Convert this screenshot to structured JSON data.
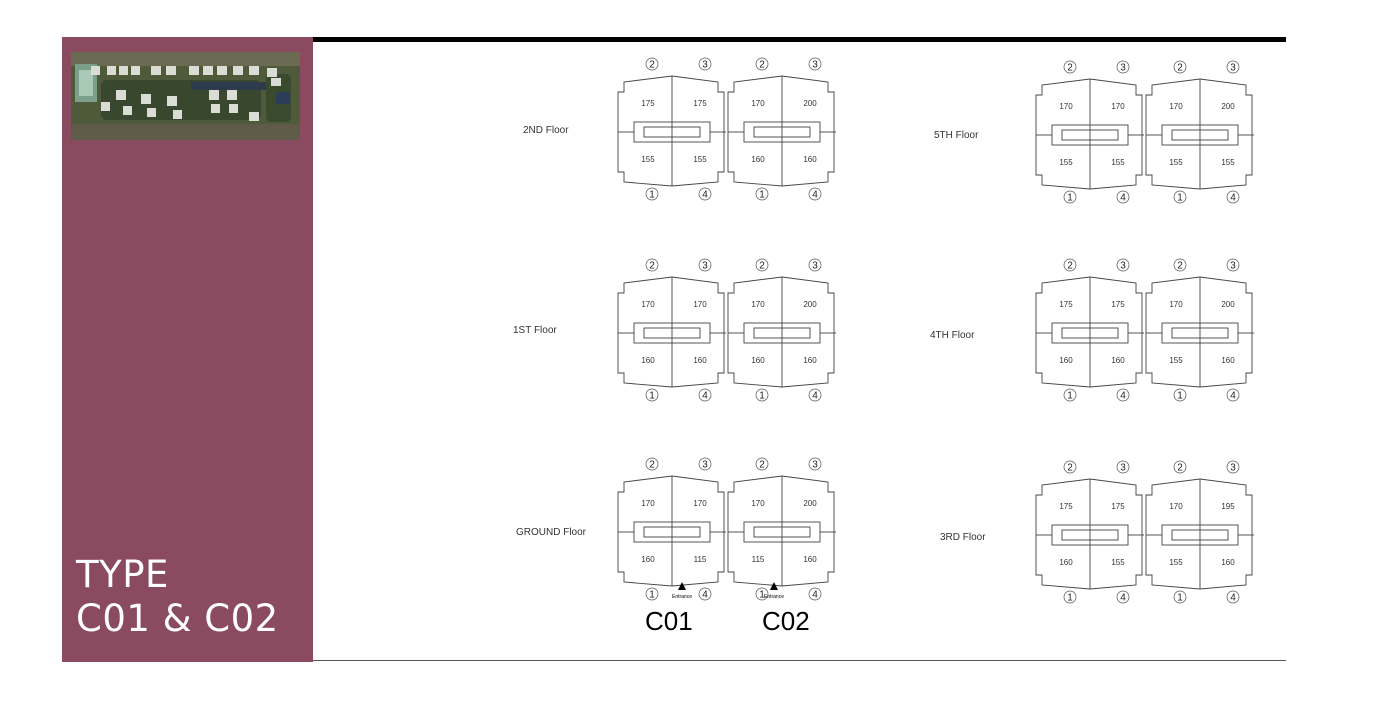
{
  "sidebar": {
    "title_line1": "TYPE",
    "title_line2": "C01 & C02"
  },
  "floors": [
    {
      "label": "2ND Floor",
      "top_numbers": [
        "2",
        "3",
        "2",
        "3"
      ],
      "bottom_numbers": [
        "1",
        "4",
        "1",
        "4"
      ],
      "areas_top": [
        "175",
        "175",
        "170",
        "200"
      ],
      "areas_bottom": [
        "155",
        "155",
        "160",
        "160"
      ]
    },
    {
      "label": "1ST Floor",
      "top_numbers": [
        "2",
        "3",
        "2",
        "3"
      ],
      "bottom_numbers": [
        "1",
        "4",
        "1",
        "4"
      ],
      "areas_top": [
        "170",
        "170",
        "170",
        "200"
      ],
      "areas_bottom": [
        "160",
        "160",
        "160",
        "160"
      ]
    },
    {
      "label": "GROUND Floor",
      "top_numbers": [
        "2",
        "3",
        "2",
        "3"
      ],
      "bottom_numbers": [
        "1",
        "4",
        "1",
        "4"
      ],
      "areas_top": [
        "170",
        "170",
        "170",
        "200"
      ],
      "areas_bottom": [
        "160",
        "115",
        "115",
        "160"
      ],
      "entrance": "Entrance"
    },
    {
      "label": "5TH Floor",
      "top_numbers": [
        "2",
        "3",
        "2",
        "3"
      ],
      "bottom_numbers": [
        "1",
        "4",
        "1",
        "4"
      ],
      "areas_top": [
        "170",
        "170",
        "170",
        "200"
      ],
      "areas_bottom": [
        "155",
        "155",
        "155",
        "155"
      ]
    },
    {
      "label": "4TH Floor",
      "top_numbers": [
        "2",
        "3",
        "2",
        "3"
      ],
      "bottom_numbers": [
        "1",
        "4",
        "1",
        "4"
      ],
      "areas_top": [
        "175",
        "175",
        "170",
        "200"
      ],
      "areas_bottom": [
        "160",
        "160",
        "155",
        "160"
      ]
    },
    {
      "label": "3RD Floor",
      "top_numbers": [
        "2",
        "3",
        "2",
        "3"
      ],
      "bottom_numbers": [
        "1",
        "4",
        "1",
        "4"
      ],
      "areas_top": [
        "175",
        "175",
        "170",
        "195"
      ],
      "areas_bottom": [
        "160",
        "155",
        "155",
        "160"
      ]
    }
  ],
  "buildings": {
    "left": "C01",
    "right": "C02"
  }
}
